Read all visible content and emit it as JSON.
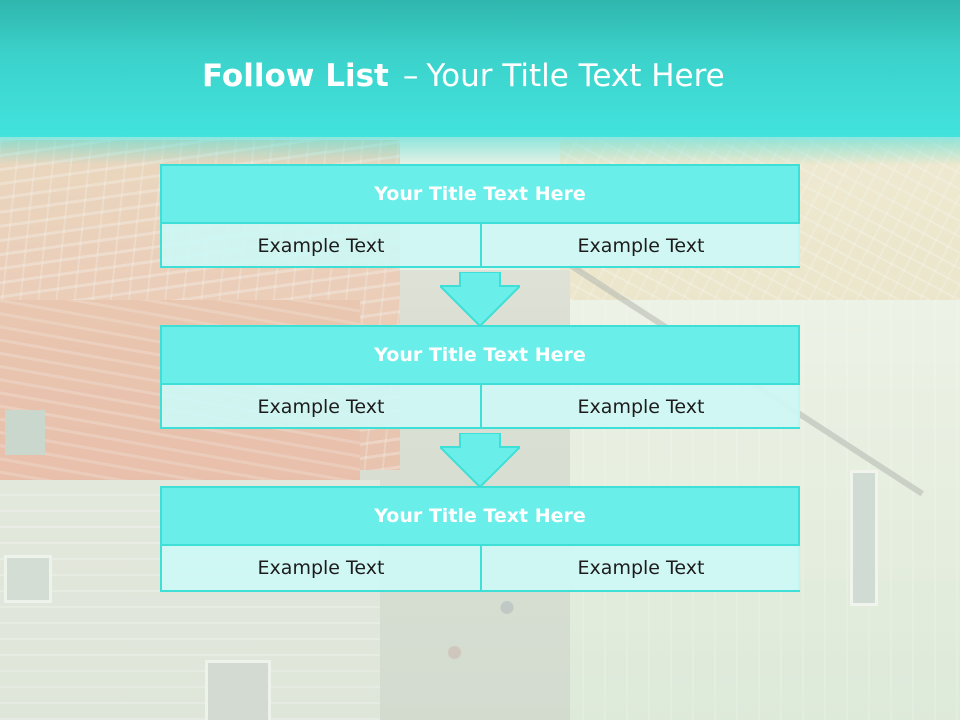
{
  "slide": {
    "title_bold": "Follow List",
    "title_separator": "–",
    "title_rest": "Your Title Text Here"
  },
  "flow": [
    {
      "title": "Your Title Text Here",
      "left_text": "Example Text",
      "right_text": "Example Text"
    },
    {
      "title": "Your Title Text Here",
      "left_text": "Example Text",
      "right_text": "Example Text"
    },
    {
      "title": "Your Title Text Here",
      "left_text": "Example Text",
      "right_text": "Example Text"
    }
  ],
  "colors": {
    "header_teal": "#42e3dd",
    "box_head": "#6aeeea",
    "box_border": "#3ddfd6",
    "cell_fill": "#cdf8f5",
    "arrow_fill": "#6aeeea"
  },
  "icons": {
    "flow_arrow": "down-arrow-icon"
  }
}
